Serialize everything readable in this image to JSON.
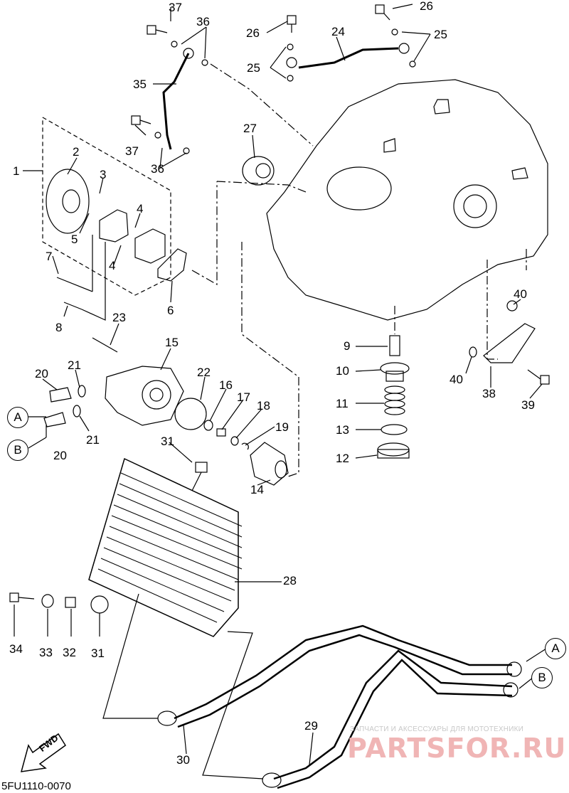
{
  "labels": [
    {
      "text": "37"
    },
    {
      "text": "36"
    },
    {
      "text": "26"
    },
    {
      "text": "26"
    },
    {
      "text": "24"
    },
    {
      "text": "25"
    },
    {
      "text": "25"
    },
    {
      "text": "35"
    },
    {
      "text": "27"
    },
    {
      "text": "37"
    },
    {
      "text": "36"
    },
    {
      "text": "1"
    },
    {
      "text": "2"
    },
    {
      "text": "3"
    },
    {
      "text": "4"
    },
    {
      "text": "5"
    },
    {
      "text": "4"
    },
    {
      "text": "7"
    },
    {
      "text": "6"
    },
    {
      "text": "8"
    },
    {
      "text": "23"
    },
    {
      "text": "15"
    },
    {
      "text": "20"
    },
    {
      "text": "21"
    },
    {
      "text": "22"
    },
    {
      "text": "16"
    },
    {
      "text": "17"
    },
    {
      "text": "18"
    },
    {
      "text": "19"
    },
    {
      "text": "21"
    },
    {
      "text": "20"
    },
    {
      "text": "31"
    },
    {
      "text": "14"
    },
    {
      "text": "9"
    },
    {
      "text": "10"
    },
    {
      "text": "11"
    },
    {
      "text": "13"
    },
    {
      "text": "12"
    },
    {
      "text": "40"
    },
    {
      "text": "40"
    },
    {
      "text": "38"
    },
    {
      "text": "39"
    },
    {
      "text": "28"
    },
    {
      "text": "34"
    },
    {
      "text": "33"
    },
    {
      "text": "32"
    },
    {
      "text": "31"
    },
    {
      "text": "29"
    },
    {
      "text": "30"
    }
  ],
  "connectors": [
    {
      "text": "A"
    },
    {
      "text": "B"
    },
    {
      "text": "A"
    },
    {
      "text": "B"
    }
  ],
  "fwd_arrow": "FWD",
  "diagram_code": "5FU1110-0070",
  "watermark": {
    "tagline": "ЗАПЧАСТИ И АКСЕССУАРЫ ДЛЯ МОТОТЕХНИКИ",
    "brand": "PARTSFOR.RU",
    "color": "#f0b5b5"
  }
}
